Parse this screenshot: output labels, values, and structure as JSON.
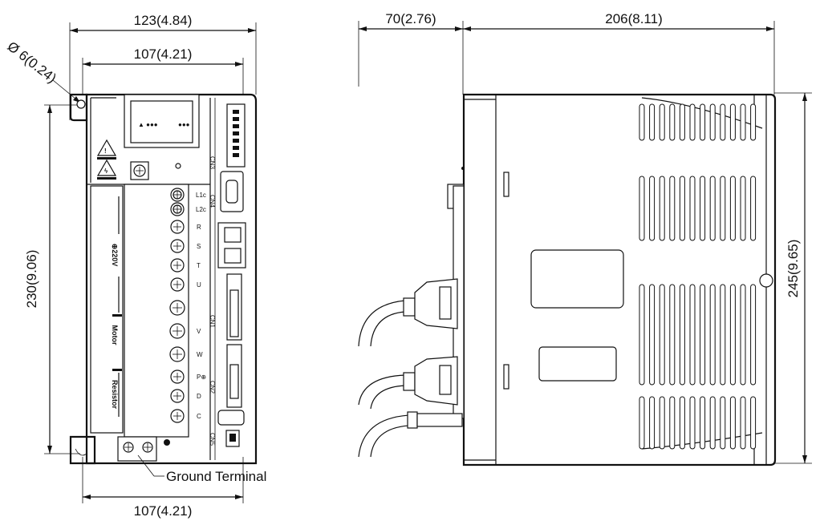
{
  "front_view": {
    "dims": {
      "overall_width": "123(4.84)",
      "mount_width_top": "107(4.21)",
      "mount_width_bottom": "107(4.21)",
      "mount_height": "230(9.06)",
      "hole_diameter": "Ø 6(0.24)"
    },
    "callout": "Ground Terminal",
    "terminal_group_labels": [
      "⊕220V",
      "Motor",
      "Resistor"
    ],
    "terminals": [
      "L1c",
      "L2c",
      "R",
      "S",
      "T",
      "U",
      "V",
      "W",
      "P⊕",
      "D",
      "C"
    ],
    "connector_labels": [
      "CN3",
      "CN4",
      "CN1",
      "CN2",
      "CN5"
    ]
  },
  "side_view": {
    "dims": {
      "depth_front": "70(2.76)",
      "depth_body": "206(8.11)",
      "overall_height": "245(9.65)"
    }
  },
  "colors": {
    "line": "#111111",
    "background": "#ffffff"
  }
}
